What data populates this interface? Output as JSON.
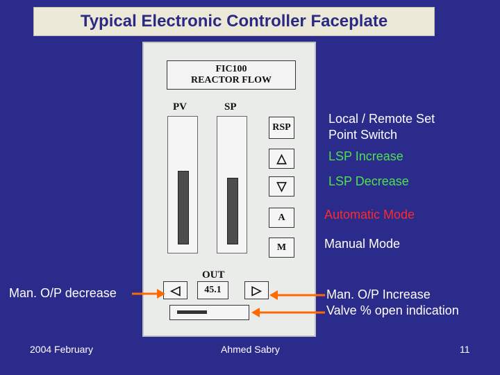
{
  "title": "Typical Electronic Controller Faceplate",
  "faceplate": {
    "tag": "FIC100",
    "description": "REACTOR FLOW",
    "pv_label": "PV",
    "sp_label": "SP",
    "pv_level": 0.6,
    "sp_level": 0.54,
    "buttons": {
      "rsp": "RSP",
      "increase_glyph": "△",
      "decrease_glyph": "▽",
      "auto": "A",
      "manual": "M"
    },
    "out_label": "OUT",
    "out_value": "45.1",
    "out_decrease_glyph": "◁",
    "out_increase_glyph": "▷",
    "valve_open_fraction": 0.45
  },
  "annotations": {
    "rsp_line1": "Local / Remote Set",
    "rsp_line2": "Point Switch",
    "lsp_increase": "LSP Increase",
    "lsp_decrease": "LSP Decrease",
    "automatic_mode": "Automatic Mode",
    "manual_mode": "Manual Mode",
    "man_op_decrease": "Man. O/P decrease",
    "man_op_increase": "Man. O/P Increase",
    "valve_indication": "Valve % open indication"
  },
  "footer": {
    "date": "2004 February",
    "author": "Ahmed Sabry",
    "page": "11"
  },
  "colors": {
    "background": "#2b2b8c",
    "white_text": "#ffffff",
    "green_text": "#4fe04f",
    "red_text": "#ff2a2a",
    "arrow": "#ff6a00"
  },
  "icons": [
    "up-triangle-icon",
    "down-triangle-icon",
    "left-triangle-icon",
    "right-triangle-icon",
    "arrow-icon"
  ]
}
